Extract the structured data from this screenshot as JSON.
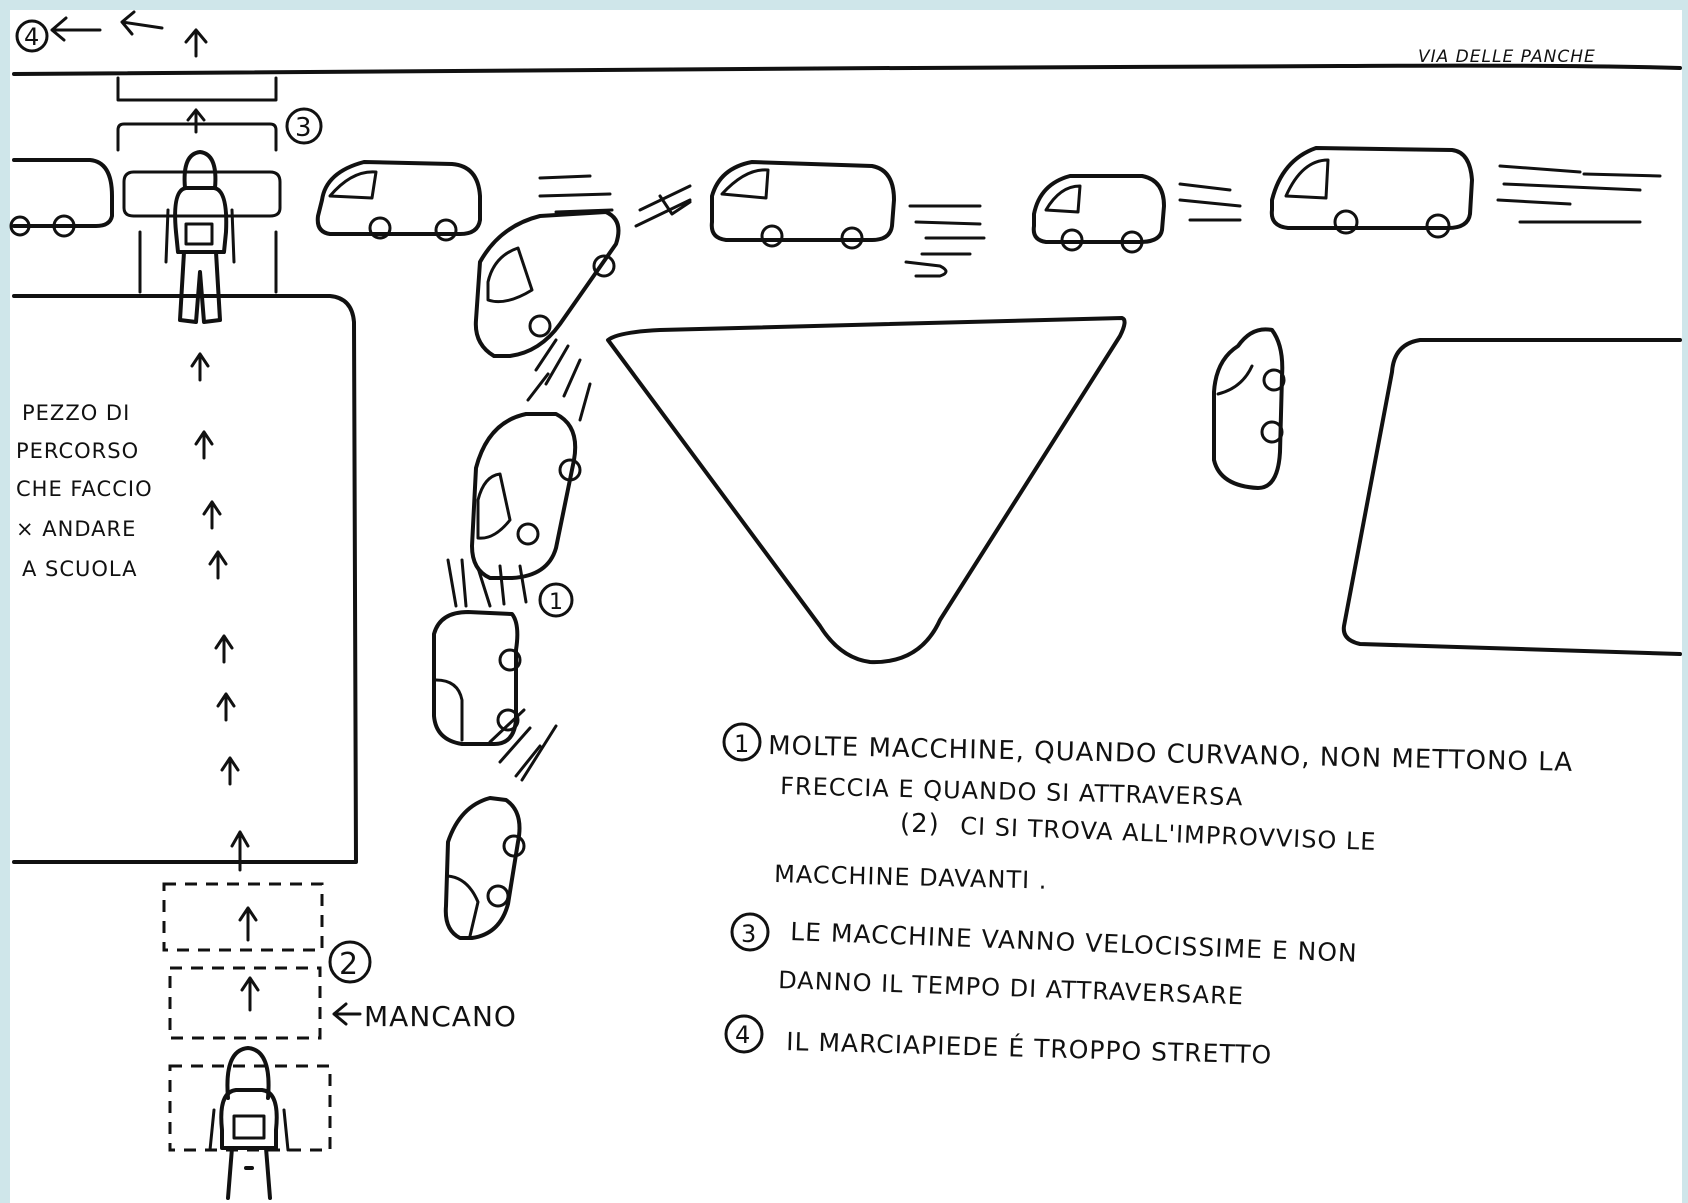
{
  "street_name": "VIA DELLE PANCHE",
  "route_caption": [
    "PEZZO DI",
    "PERCORSO",
    "CHE FACCIO",
    "× ANDARE",
    "A SCUOLA"
  ],
  "missing_label": "MANCANO",
  "markers": {
    "m1": "1",
    "m2": "2",
    "m3": "3",
    "m4": "4"
  },
  "notes": {
    "n1_a": "MOLTE MACCHINE, QUANDO CURVANO, NON METTONO LA",
    "n1_b": "FRECCIA E QUANDO   SI   ATTRAVERSA",
    "n2_num": "(2)",
    "n2_a": "CI SI TROVA ALL'IMPROVVISO LE",
    "n2_b": "MACCHINE DAVANTI .",
    "n3_num": "3",
    "n3_a": "LE MACCHINE VANNO VELOCISSIME E NON",
    "n3_b": "DANNO IL TEMPO DI ATTRAVERSARE",
    "n4_num": "4",
    "n4_a": "IL MARCIAPIEDE É TROPPO STRETTO"
  }
}
